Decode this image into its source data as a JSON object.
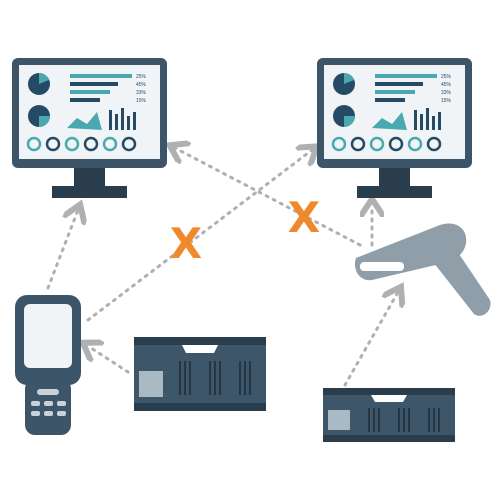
{
  "colors": {
    "device": "#3d5568",
    "device_dark": "#2a3d4d",
    "screen_bg": "#f1f4f6",
    "accent_teal": "#4aa8b0",
    "accent_navy": "#254a66",
    "scanner": "#8f9ea8",
    "scanner_light": "#c9d2d8",
    "crate": "#3e566a",
    "crate_label": "#a9bac5",
    "arrow": "#b0b0b0",
    "blocked": "#f0892b"
  },
  "blocked_marks": [
    {
      "id": "handheld-to-right-monitor",
      "glyph": "X"
    },
    {
      "id": "scanner-to-left-monitor",
      "glyph": "X"
    }
  ],
  "dashboard": {
    "bar_labels": [
      "25%",
      "45%",
      "33%",
      "15%"
    ],
    "kpi_rings": 6
  },
  "icons": [
    "monitor-icon",
    "handheld-terminal-icon",
    "barcode-scanner-icon",
    "crate-icon"
  ]
}
